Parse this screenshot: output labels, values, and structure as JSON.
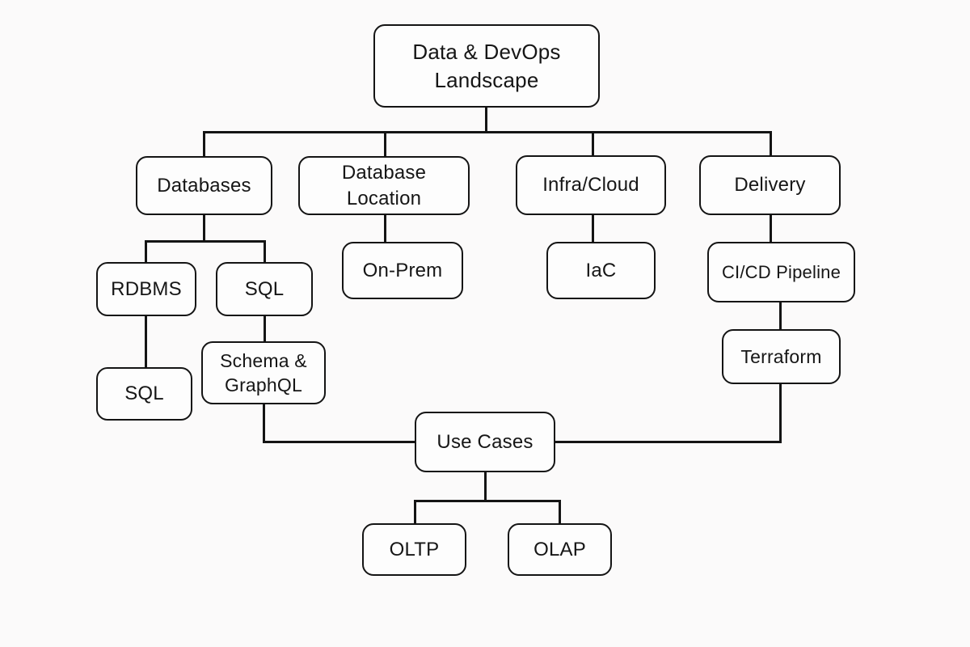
{
  "diagram": {
    "title": "Data & DevOps Landscape",
    "colors": {
      "background": "#fbfafa",
      "box_fill": "#fdfdfd",
      "box_border": "#141414",
      "line": "#141414",
      "text": "#161616"
    },
    "nodes": {
      "root": {
        "label": "Data & DevOps\nLandscape"
      },
      "databases": {
        "label": "Databases"
      },
      "dblocation": {
        "label": "Database\nLocation"
      },
      "infracloud": {
        "label": "Infra/Cloud"
      },
      "delivery": {
        "label": "Delivery"
      },
      "rdbms": {
        "label": "RDBMS"
      },
      "sql_mid": {
        "label": "SQL"
      },
      "onprem": {
        "label": "On-Prem"
      },
      "iac": {
        "label": "IaC"
      },
      "cicd": {
        "label": "CI/CD Pipeline"
      },
      "sql_bottom": {
        "label": "SQL"
      },
      "schema": {
        "label": "Schema &\nGraphQL"
      },
      "terraform": {
        "label": "Terraform"
      },
      "usecases": {
        "label": "Use Cases"
      },
      "oltp": {
        "label": "OLTP"
      },
      "olap": {
        "label": "OLAP"
      }
    },
    "edges": [
      [
        "root",
        "databases"
      ],
      [
        "root",
        "dblocation"
      ],
      [
        "root",
        "infracloud"
      ],
      [
        "root",
        "delivery"
      ],
      [
        "databases",
        "rdbms"
      ],
      [
        "databases",
        "sql_mid"
      ],
      [
        "dblocation",
        "onprem"
      ],
      [
        "infracloud",
        "iac"
      ],
      [
        "delivery",
        "cicd"
      ],
      [
        "rdbms",
        "sql_bottom"
      ],
      [
        "sql_mid",
        "schema"
      ],
      [
        "cicd",
        "terraform"
      ],
      [
        "schema",
        "usecases"
      ],
      [
        "terraform",
        "usecases"
      ],
      [
        "usecases",
        "oltp"
      ],
      [
        "usecases",
        "olap"
      ]
    ]
  }
}
